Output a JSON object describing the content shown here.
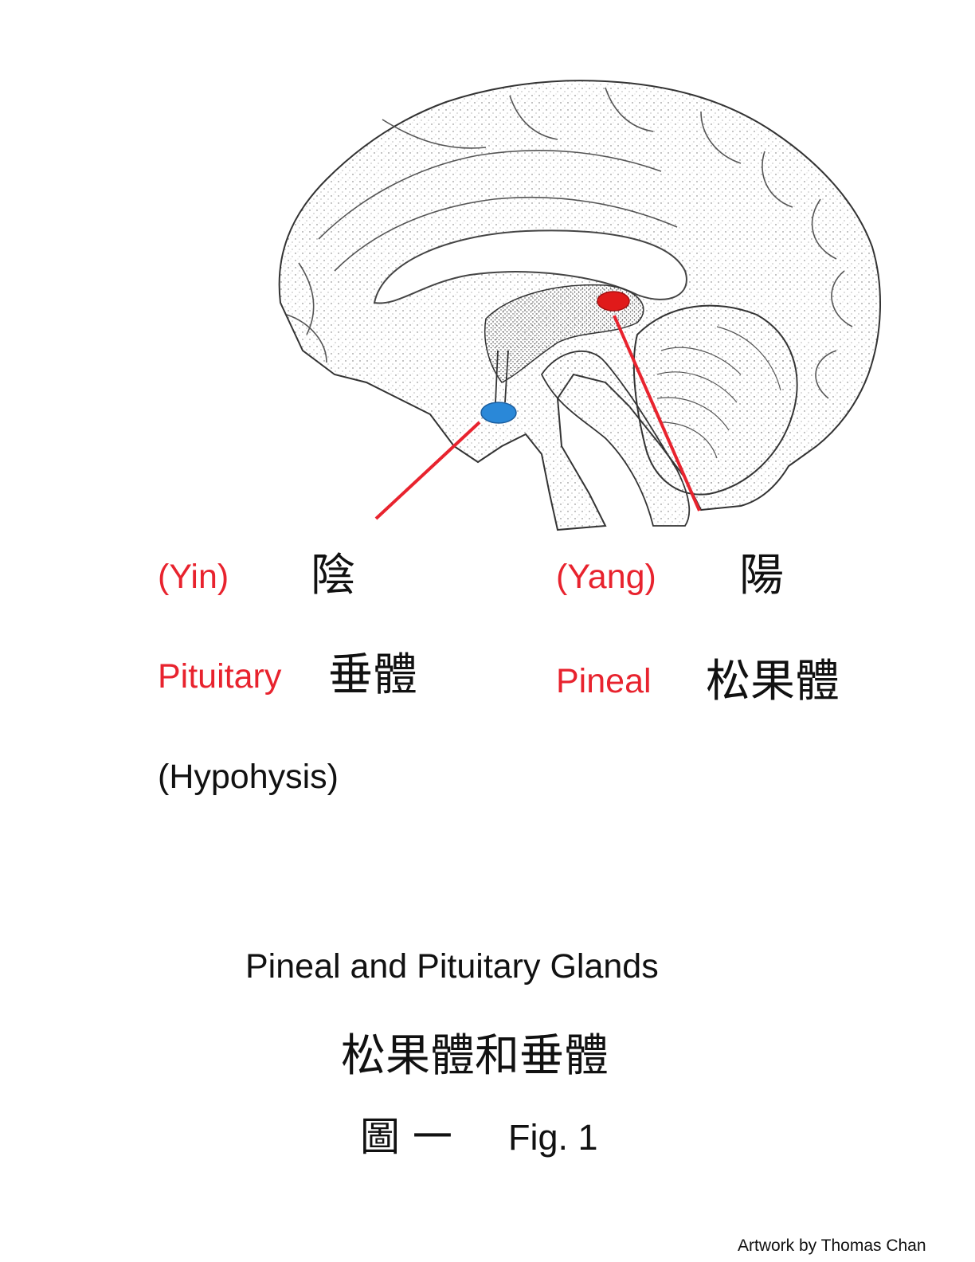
{
  "colors": {
    "accent_red": "#e8232e",
    "pituitary_blue": "#2a88d8",
    "pineal_red": "#e01a1a",
    "ink": "#111111"
  },
  "illustration": {
    "subject": "brain-midsagittal-sketch"
  },
  "labels": {
    "yin": {
      "en": "(Yin)",
      "zh": "陰"
    },
    "yang": {
      "en": "(Yang)",
      "zh": "陽"
    },
    "pituitary": {
      "en": "Pituitary",
      "zh": "垂體",
      "alt": "(Hypohysis)"
    },
    "pineal": {
      "en": "Pineal",
      "zh": "松果體"
    }
  },
  "caption": {
    "title_en": "Pineal and Pituitary Glands",
    "title_zh": "松果體和垂體",
    "fig_zh": "圖 一",
    "fig_en": "Fig. 1"
  },
  "credit": "Artwork by Thomas Chan"
}
